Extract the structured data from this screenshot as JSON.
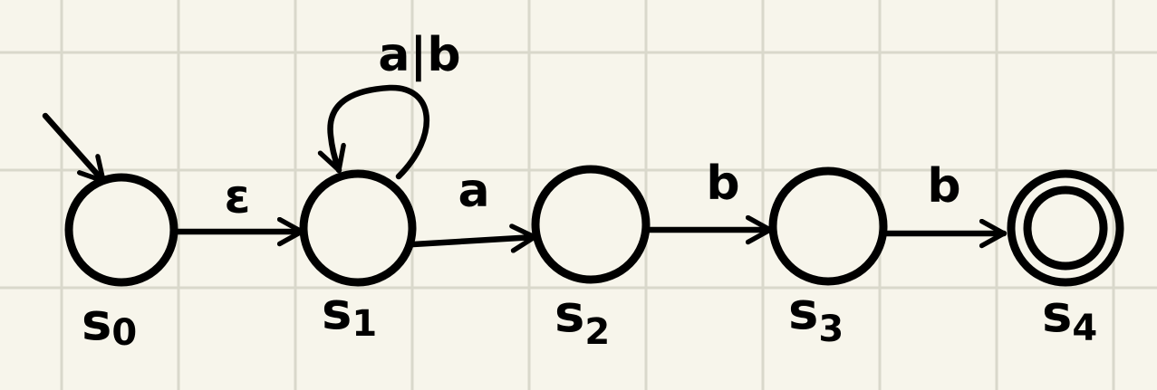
{
  "diagram": {
    "colors": {
      "background": "#f7f5eb",
      "grid": "#d9d8cb",
      "ink": "#000000"
    },
    "states": [
      {
        "id": "s0",
        "base": "s",
        "sub": "0",
        "accepting": false
      },
      {
        "id": "s1",
        "base": "s",
        "sub": "1",
        "accepting": false
      },
      {
        "id": "s2",
        "base": "s",
        "sub": "2",
        "accepting": false
      },
      {
        "id": "s3",
        "base": "s",
        "sub": "3",
        "accepting": false
      },
      {
        "id": "s4",
        "base": "s",
        "sub": "4",
        "accepting": true
      }
    ],
    "start_state": "s0",
    "transitions": [
      {
        "from": "s0",
        "to": "s1",
        "label": "ε"
      },
      {
        "from": "s1",
        "to": "s1",
        "label": "a|b"
      },
      {
        "from": "s1",
        "to": "s2",
        "label": "a"
      },
      {
        "from": "s2",
        "to": "s3",
        "label": "b"
      },
      {
        "from": "s3",
        "to": "s4",
        "label": "b"
      }
    ]
  }
}
